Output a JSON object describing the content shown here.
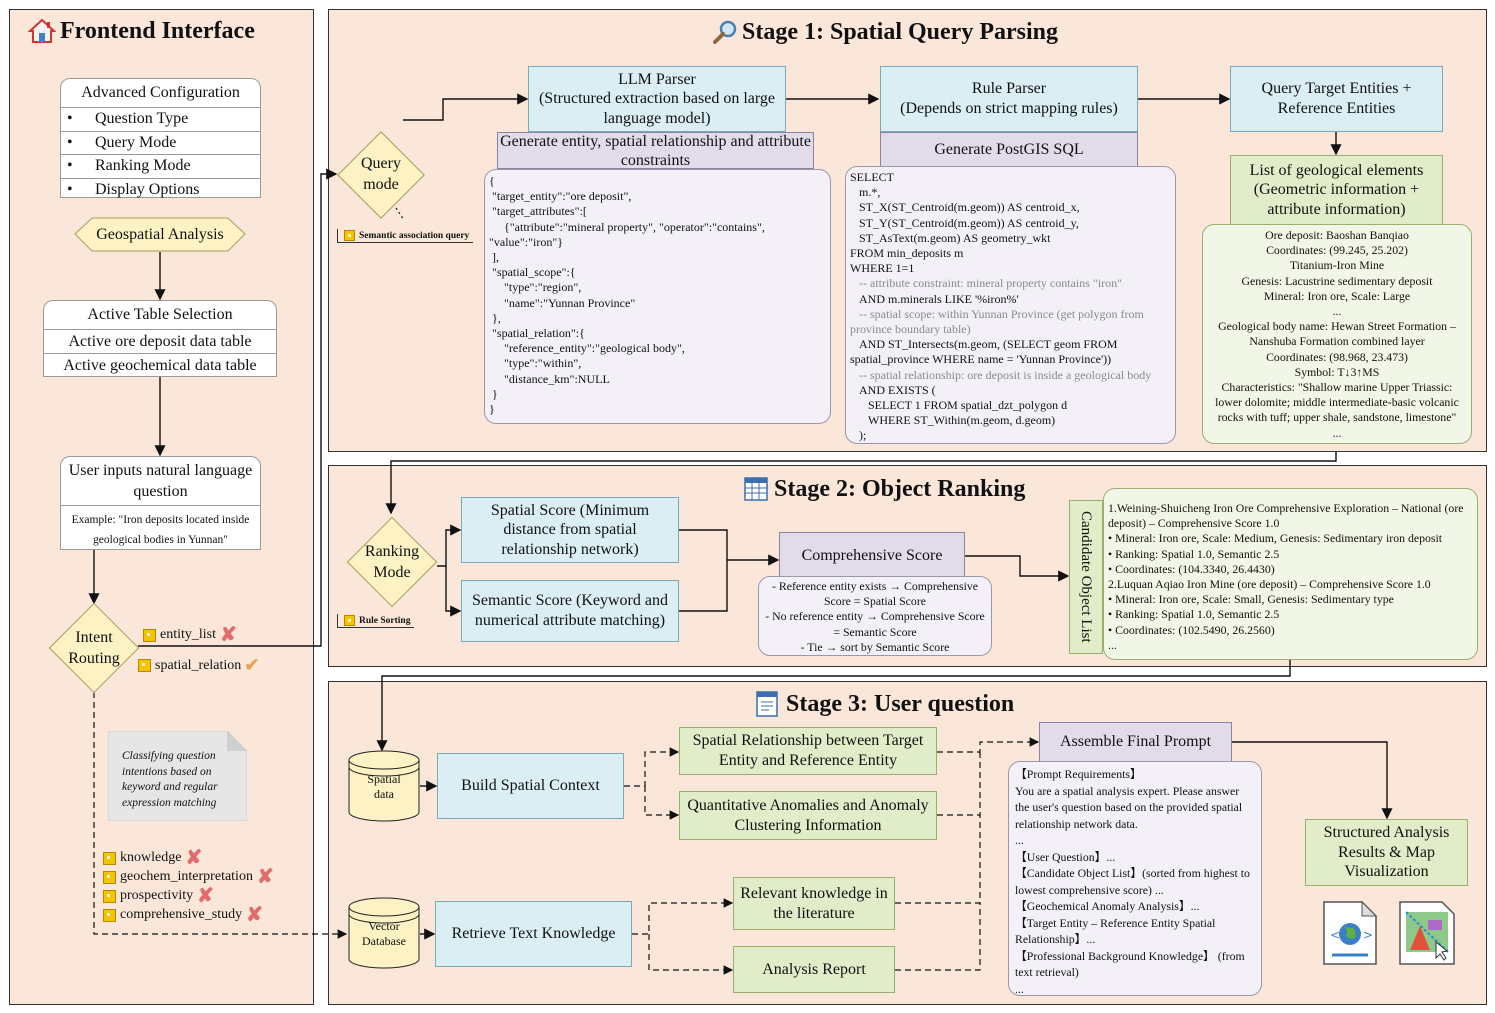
{
  "frontend": {
    "title": "Frontend Interface",
    "icon": "home-icon",
    "advanced_config": {
      "title": "Advanced Configuration",
      "items": [
        "Question Type",
        "Query Mode",
        "Ranking Mode",
        "Display Options"
      ]
    },
    "geospatial": "Geospatial Analysis",
    "active_table": {
      "title": "Active Table Selection",
      "rows": [
        "Active ore deposit data table",
        "Active geochemical data table"
      ]
    },
    "user_input": {
      "title": "User inputs natural language question",
      "example": "Example: \"Iron deposits located inside geological bodies in Yunnan\""
    },
    "intent": "Intent Routing",
    "tags": {
      "entity_list": "entity_list",
      "spatial_relation": "spatial_relation",
      "knowledge": "knowledge",
      "geochem": "geochem_interpretation",
      "prospectivity": "prospectivity",
      "comprehensive": "comprehensive_study"
    },
    "note": "Classifying question intentions based on keyword and regular expression matching"
  },
  "stage1": {
    "title": "Stage 1: Spatial Query Parsing",
    "icon": "magnifier-icon",
    "query_mode": "Query mode",
    "query_tag": "Semantic association query",
    "llm": {
      "title": "LLM Parser",
      "desc": "(Structured extraction based on large language model)",
      "generate": "Generate entity, spatial relationship and attribute constraints",
      "json_lines": [
        "{",
        " \"target_entity\":\"ore deposit\",",
        " \"target_attributes\":[",
        "     {\"attribute\":\"mineral property\", \"operator\":\"contains\",",
        "\"value\":\"iron\"}",
        " ],",
        " \"spatial_scope\":{",
        "     \"type\":\"region\",",
        "     \"name\":\"Yunnan Province\"",
        " },",
        " \"spatial_relation\":{",
        "     \"reference_entity\":\"geological body\",",
        "     \"type\":\"within\",",
        "     \"distance_km\":NULL",
        " }",
        "}"
      ]
    },
    "rule": {
      "title": "Rule Parser",
      "desc": "(Depends on strict mapping rules)",
      "generate": "Generate PostGIS SQL",
      "sql_lines": [
        {
          "t": "SELECT",
          "c": false
        },
        {
          "t": "   m.*,",
          "c": false
        },
        {
          "t": "   ST_X(ST_Centroid(m.geom)) AS centroid_x,",
          "c": false
        },
        {
          "t": "   ST_Y(ST_Centroid(m.geom)) AS centroid_y,",
          "c": false
        },
        {
          "t": "   ST_AsText(m.geom) AS geometry_wkt",
          "c": false
        },
        {
          "t": "FROM min_deposits m",
          "c": false
        },
        {
          "t": "WHERE 1=1",
          "c": false
        },
        {
          "t": "   -- attribute constraint: mineral property contains \"iron\"",
          "c": true
        },
        {
          "t": "   AND m.minerals LIKE '%iron%'",
          "c": false
        },
        {
          "t": "   -- spatial scope: within Yunnan Province (get polygon from province boundary table)",
          "c": true
        },
        {
          "t": "   AND ST_Intersects(m.geom, (SELECT geom FROM spatial_province WHERE name = 'Yunnan Province'))",
          "c": false
        },
        {
          "t": "   -- spatial relationship: ore deposit is inside a geological body",
          "c": true
        },
        {
          "t": "   AND EXISTS (",
          "c": false
        },
        {
          "t": "      SELECT 1 FROM spatial_dzt_polygon d",
          "c": false
        },
        {
          "t": "      WHERE ST_Within(m.geom, d.geom)",
          "c": false
        },
        {
          "t": "   );",
          "c": false
        }
      ]
    },
    "targets": "Query Target Entities + Reference Entities",
    "geo_list": {
      "title": "List of geological elements (Geometric information + attribute information)",
      "lines": [
        "Ore deposit: Baoshan Banqiao",
        "Coordinates: (99.245, 25.202)",
        "Titanium-Iron Mine",
        "Genesis: Lacustrine sedimentary deposit",
        "Mineral: Iron ore, Scale: Large",
        "...",
        "Geological body name: Hewan Street Formation – Nanshuba Formation combined layer",
        "Coordinates: (98.968, 23.473)",
        "Symbol: T↓3↑MS",
        "Characteristics: \"Shallow marine Upper Triassic: lower dolomite; middle intermediate-basic volcanic rocks with tuff; upper shale, sandstone, limestone\"",
        "..."
      ]
    }
  },
  "stage2": {
    "title": "Stage 2: Object Ranking",
    "icon": "table-icon",
    "ranking_mode": "Ranking Mode",
    "rule_tag": "Rule Sorting",
    "spatial_score": "Spatial Score (Minimum distance from spatial relationship network)",
    "semantic_score": "Semantic Score (Keyword and numerical attribute matching)",
    "comprehensive": "Comprehensive Score",
    "rules": [
      "- Reference entity exists → Comprehensive Score = Spatial Score",
      "- No reference entity → Comprehensive Score = Semantic Score",
      "- Tie → sort by Semantic Score"
    ],
    "candidate_label": "Candidate Object List",
    "candidates": [
      "1.Weining-Shuicheng Iron Ore Comprehensive Exploration – National (ore deposit) – Comprehensive Score 1.0",
      "• Mineral: Iron ore, Scale: Medium, Genesis: Sedimentary iron deposit",
      "• Ranking: Spatial 1.0, Semantic 2.5",
      "• Coordinates: (104.3340, 26.4430)",
      "2.Luquan Aqiao Iron Mine (ore deposit) – Comprehensive Score 1.0",
      "• Mineral: Iron ore, Scale: Small, Genesis: Sedimentary type",
      "• Ranking: Spatial 1.0, Semantic 2.5",
      "• Coordinates: (102.5490, 26.2560)",
      "..."
    ]
  },
  "stage3": {
    "title": "Stage 3: User question",
    "icon": "document-icon",
    "spatial_data": "Spatial data",
    "vector_db": "Vector Database",
    "build_context": "Build Spatial Context",
    "retrieve": "Retrieve Text Knowledge",
    "spatial_rel": "Spatial Relationship between Target Entity and Reference Entity",
    "anomalies": "Quantitative Anomalies and Anomaly Clustering Information",
    "knowledge": "Relevant knowledge in the literature",
    "report": "Analysis Report",
    "assemble": "Assemble Final Prompt",
    "prompt_lines": [
      "【Prompt Requirements】",
      "You are a spatial analysis expert. Please answer the user's question based on the provided spatial relationship network data.",
      "...",
      "【User Question】...",
      "【Candidate Object List】(sorted from highest to lowest comprehensive score) ...",
      "【Geochemical Anomaly Analysis】...",
      "【Target Entity – Reference Entity Spatial Relationship】...",
      "【Professional Background Knowledge】 (from text retrieval)",
      "..."
    ],
    "results": "Structured Analysis Results & Map Visualization",
    "icons": [
      "web-page-icon",
      "map-document-icon"
    ]
  }
}
